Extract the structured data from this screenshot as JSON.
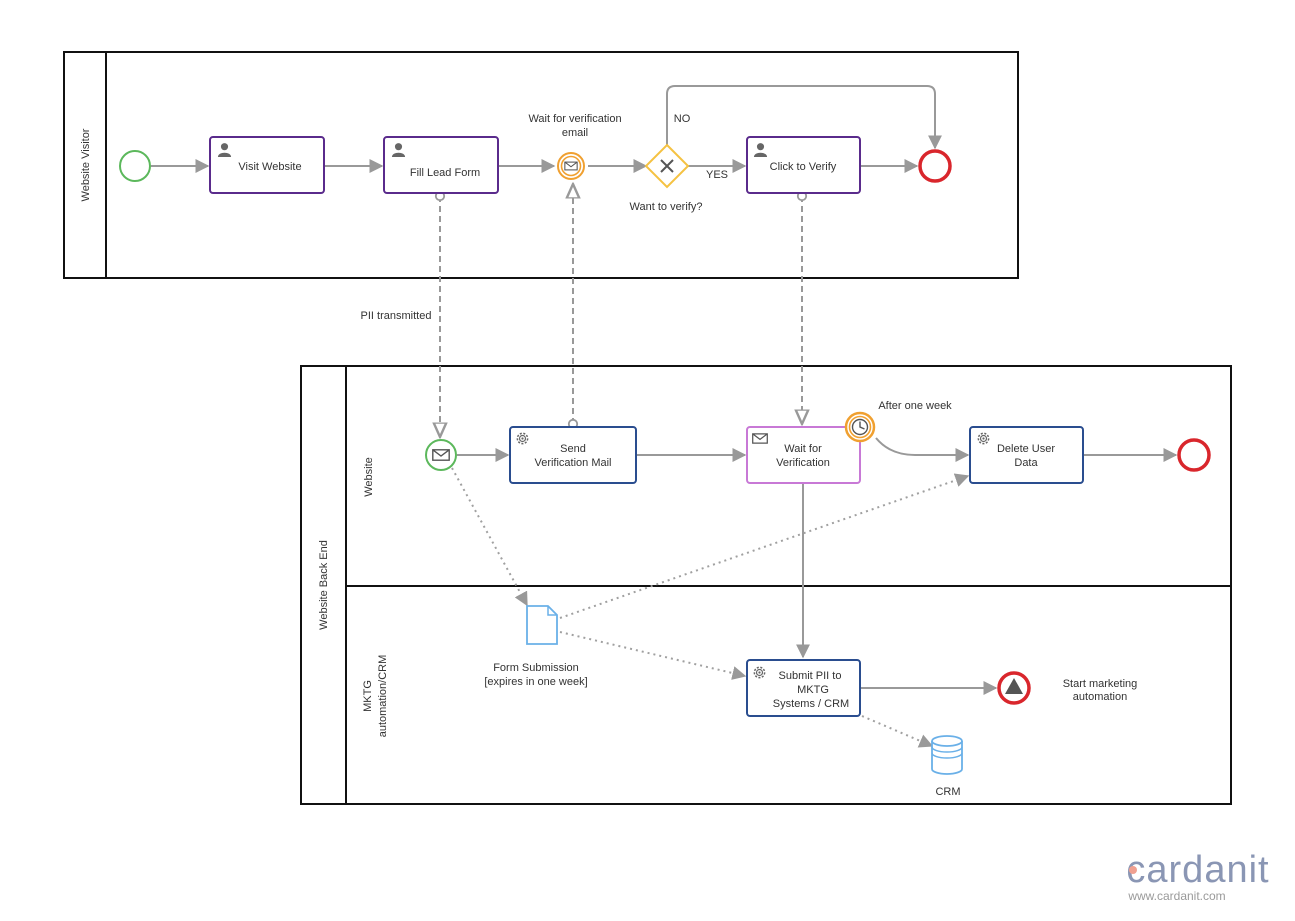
{
  "pools": {
    "visitor": {
      "label": "Website Visitor"
    },
    "backend": {
      "label": "Website Back End",
      "lanes": {
        "website": "Website",
        "mktg_line1": "MKTG",
        "mktg_line2": "automation/CRM"
      }
    }
  },
  "tasks": {
    "visit_website": "Visit Website",
    "fill_lead_form": "Fill Lead Form",
    "click_to_verify": "Click to Verify",
    "send_mail_line1": "Send",
    "send_mail_line2": "Verification Mail",
    "wait_line1": "Wait for",
    "wait_line2": "Verification",
    "delete_line1": "Delete User",
    "delete_line2": "Data",
    "submit_line1": "Submit PII to",
    "submit_line2": "MKTG",
    "submit_line3": "Systems / CRM"
  },
  "events": {
    "wait_email_line1": "Wait for verification",
    "wait_email_line2": "email",
    "after_one_week": "After one week",
    "start_marketing_line1": "Start marketing",
    "start_marketing_line2": "automation"
  },
  "gateway": {
    "label": "Want to verify?",
    "no": "NO",
    "yes": "YES"
  },
  "flows": {
    "pii_transmitted": "PII transmitted"
  },
  "artifacts": {
    "form_line1": "Form Submission",
    "form_line2": "[expires in one week]",
    "crm": "CRM"
  },
  "branding": {
    "logo": "cardanit",
    "url": "www.cardanit.com"
  },
  "colors": {
    "user_task": "#5a2b8c",
    "service_task": "#2a4d8f",
    "receive_task": "#c879d6",
    "start_event": "#5cb85c",
    "end_event": "#d9262c",
    "intermediate": "#f0a030",
    "gateway": "#f5c242",
    "data": "#6ab0e8",
    "logo_blue": "#8a96b4",
    "logo_accent": "#f0a090"
  }
}
